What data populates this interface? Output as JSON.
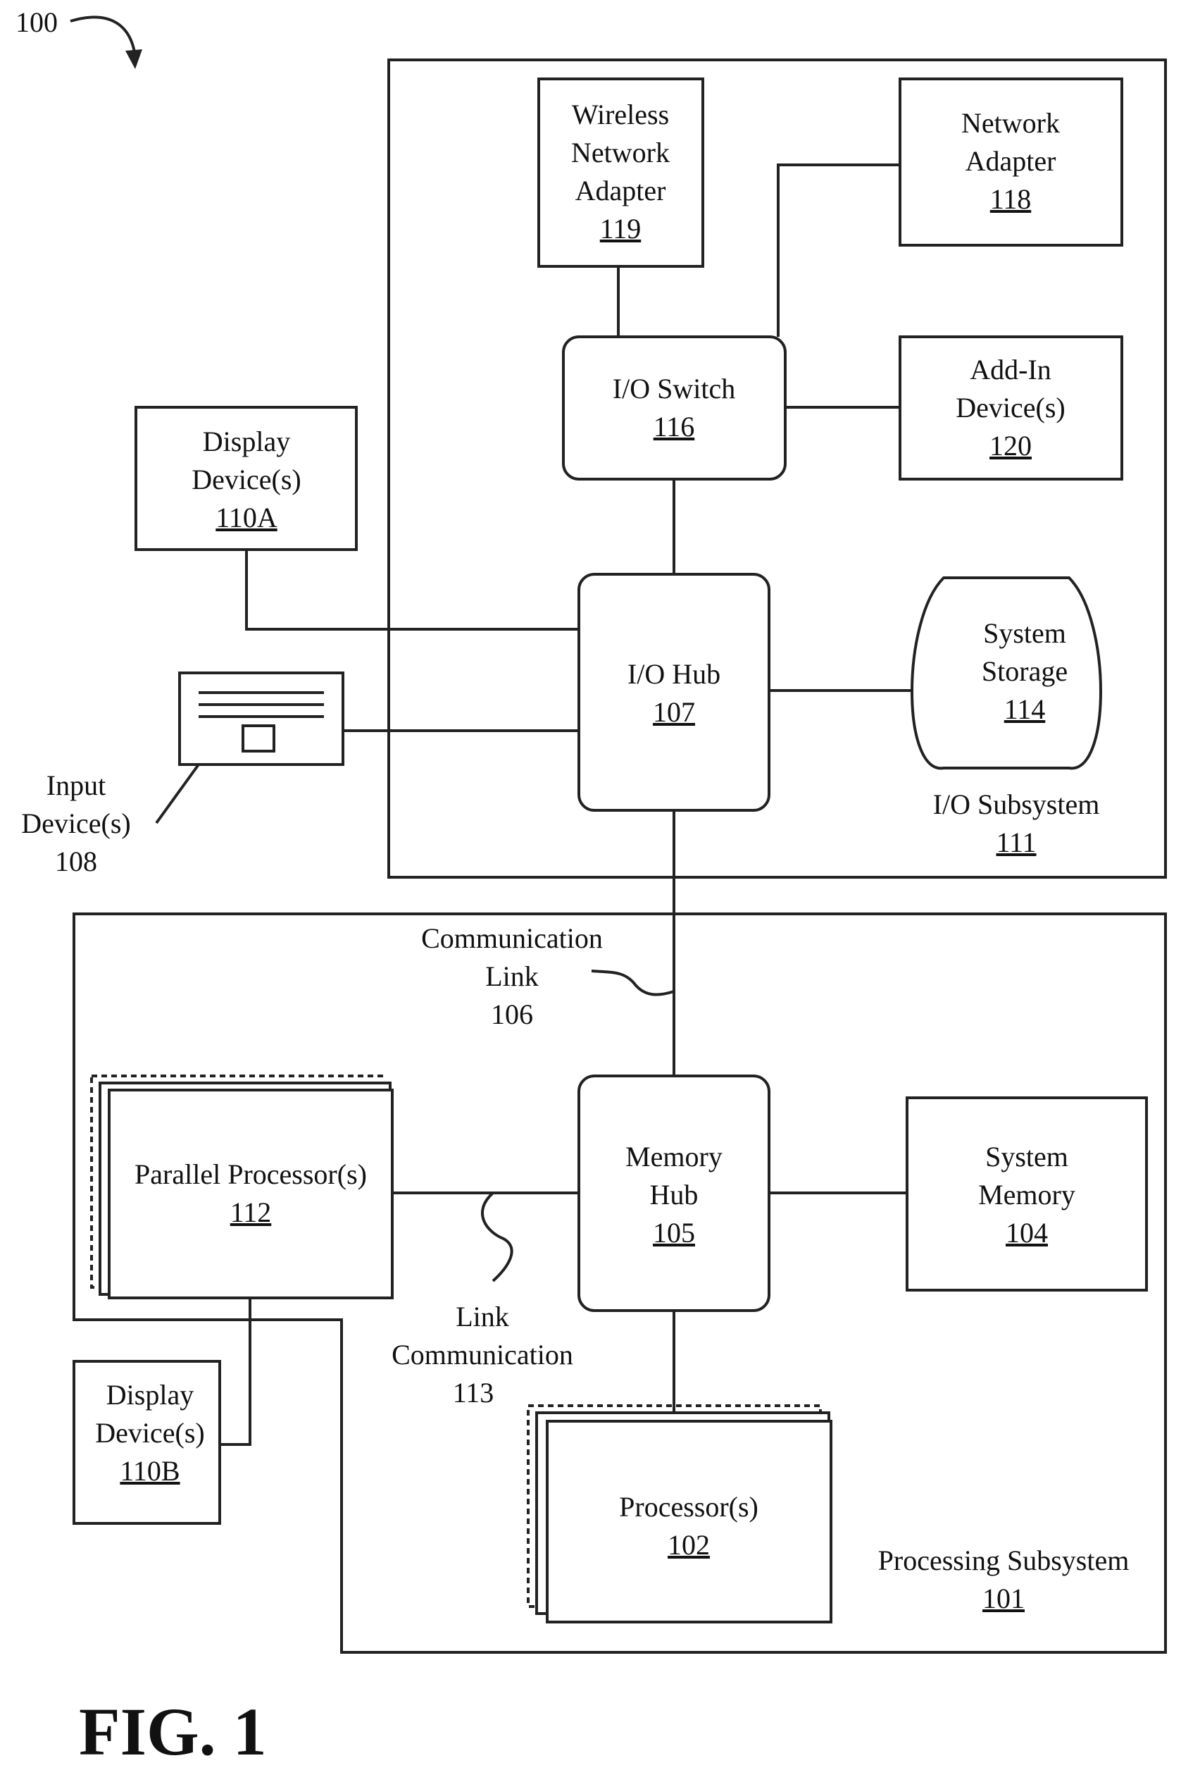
{
  "figure": {
    "number_label": "100",
    "caption": "FIG. 1"
  },
  "subsystems": {
    "io": {
      "name": "I/O Subsystem",
      "ref": "111"
    },
    "processing": {
      "name": "Processing Subsystem",
      "ref": "101"
    }
  },
  "components": {
    "wireless_adapter": {
      "lines": [
        "Wireless",
        "Network",
        "Adapter"
      ],
      "ref": "119"
    },
    "network_adapter": {
      "lines": [
        "Network",
        "Adapter"
      ],
      "ref": "118"
    },
    "io_switch": {
      "lines": [
        "I/O Switch"
      ],
      "ref": "116"
    },
    "addin_device": {
      "lines": [
        "Add-In",
        "Device(s)"
      ],
      "ref": "120"
    },
    "display_110a": {
      "lines": [
        "Display",
        "Device(s)"
      ],
      "ref": "110A"
    },
    "io_hub": {
      "lines": [
        "I/O Hub"
      ],
      "ref": "107"
    },
    "system_storage": {
      "lines": [
        "System",
        "Storage"
      ],
      "ref": "114"
    },
    "input_device": {
      "lines": [
        "Input",
        "Device(s)"
      ],
      "ref": "108"
    },
    "memory_hub": {
      "lines": [
        "Memory",
        "Hub"
      ],
      "ref": "105"
    },
    "system_memory": {
      "lines": [
        "System",
        "Memory"
      ],
      "ref": "104"
    },
    "parallel_processor": {
      "lines": [
        "Parallel Processor(s)"
      ],
      "ref": "112"
    },
    "display_110b": {
      "lines": [
        "Display",
        "Device(s)"
      ],
      "ref": "110B"
    },
    "processor": {
      "lines": [
        "Processor(s)"
      ],
      "ref": "102"
    }
  },
  "links": {
    "comm_link": {
      "lines": [
        "Communication",
        "Link"
      ],
      "ref": "106"
    },
    "link_comm": {
      "lines": [
        "Link",
        "Communication"
      ],
      "ref": "113"
    }
  }
}
